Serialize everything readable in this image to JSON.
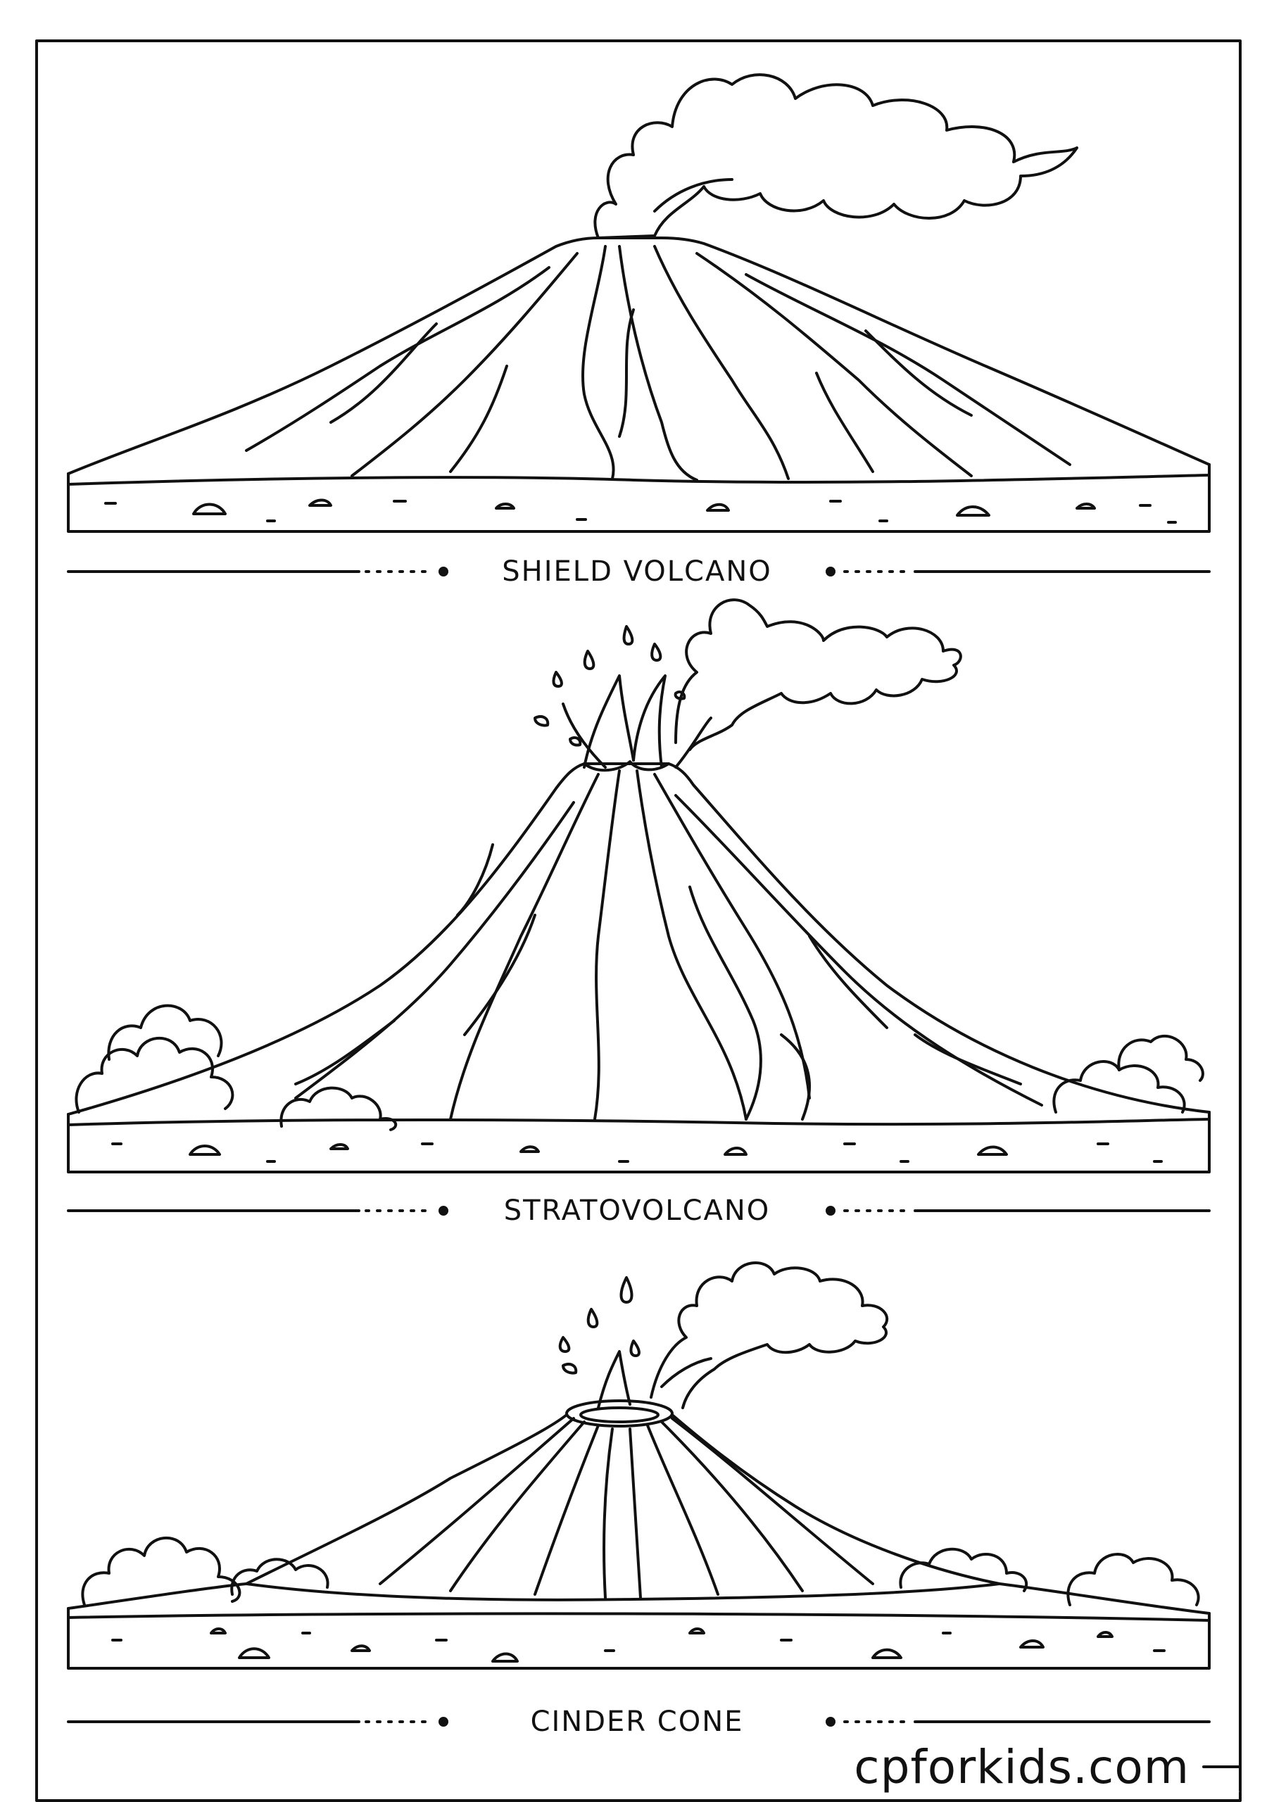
{
  "labels": {
    "shield": "SHIELD VOLCANO",
    "strato": "STRATOVOLCANO",
    "cinder": "CINDER CONE"
  },
  "brand": "cpforkids.com",
  "colors": {
    "ink": "#111111",
    "paper": "#ffffff"
  },
  "icons": [
    "smoke-cloud-icon",
    "lava-droplet-icon",
    "bush-icon",
    "rock-icon"
  ]
}
